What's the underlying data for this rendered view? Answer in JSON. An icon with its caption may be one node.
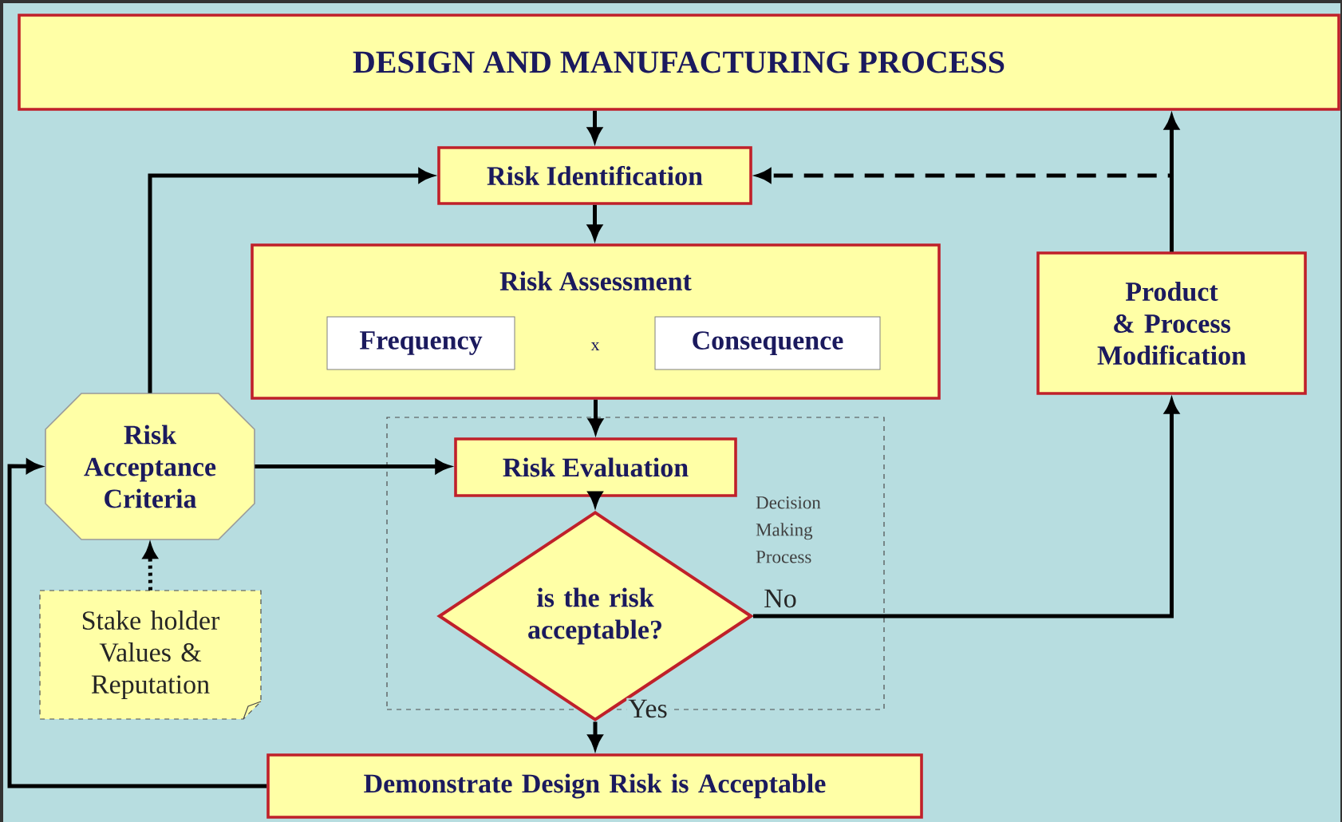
{
  "diagram": {
    "nodes": [
      {
        "text": [
          "DESIGN  AND MANUFACTURING PROCESS"
        ]
      },
      {
        "text": [
          "Risk Identification"
        ]
      },
      {
        "text": [
          "Risk Assessment",
          "x"
        ]
      },
      {
        "text": [
          "Frequency"
        ],
        "in": 2
      },
      {
        "text": [
          "Consequence"
        ],
        "in": 2
      },
      {
        "text": [
          "Decision Making Process"
        ]
      },
      {
        "text": [
          "Risk Evaluation"
        ],
        "in": 5
      },
      {
        "text": [
          "is the risk acceptable?"
        ],
        "in": 5
      },
      {
        "text": [
          "Demonstrate Design Risk is Acceptable"
        ]
      },
      {
        "text": [
          "Risk Acceptance Criteria"
        ]
      },
      {
        "text": [
          "Stake holder Values & Reputation"
        ]
      },
      {
        "text": [
          "Product & Process Modification"
        ]
      }
    ],
    "edges": [
      {
        "from": 0,
        "to": 1,
        "arrow": "to"
      },
      {
        "from": 1,
        "to": 2,
        "arrow": "to"
      },
      {
        "from": 2,
        "to": 6,
        "arrow": "to"
      },
      {
        "from": 6,
        "to": 7,
        "arrow": "to"
      },
      {
        "from": 7,
        "to": 8,
        "arrow": "to",
        "label": "Yes"
      },
      {
        "from": 7,
        "to": 11,
        "arrow": "to",
        "label": "No"
      },
      {
        "from": 11,
        "to": 0,
        "arrow": "to"
      },
      {
        "from": 11,
        "to": 1,
        "arrow": "to",
        "style": "dashed"
      },
      {
        "from": 9,
        "to": 1,
        "arrow": "to"
      },
      {
        "from": 9,
        "to": 6,
        "arrow": "to"
      },
      {
        "from": 10,
        "to": 9,
        "arrow": "to",
        "style": "dashed"
      },
      {
        "from": 8,
        "to": 9,
        "arrow": "to"
      }
    ]
  }
}
